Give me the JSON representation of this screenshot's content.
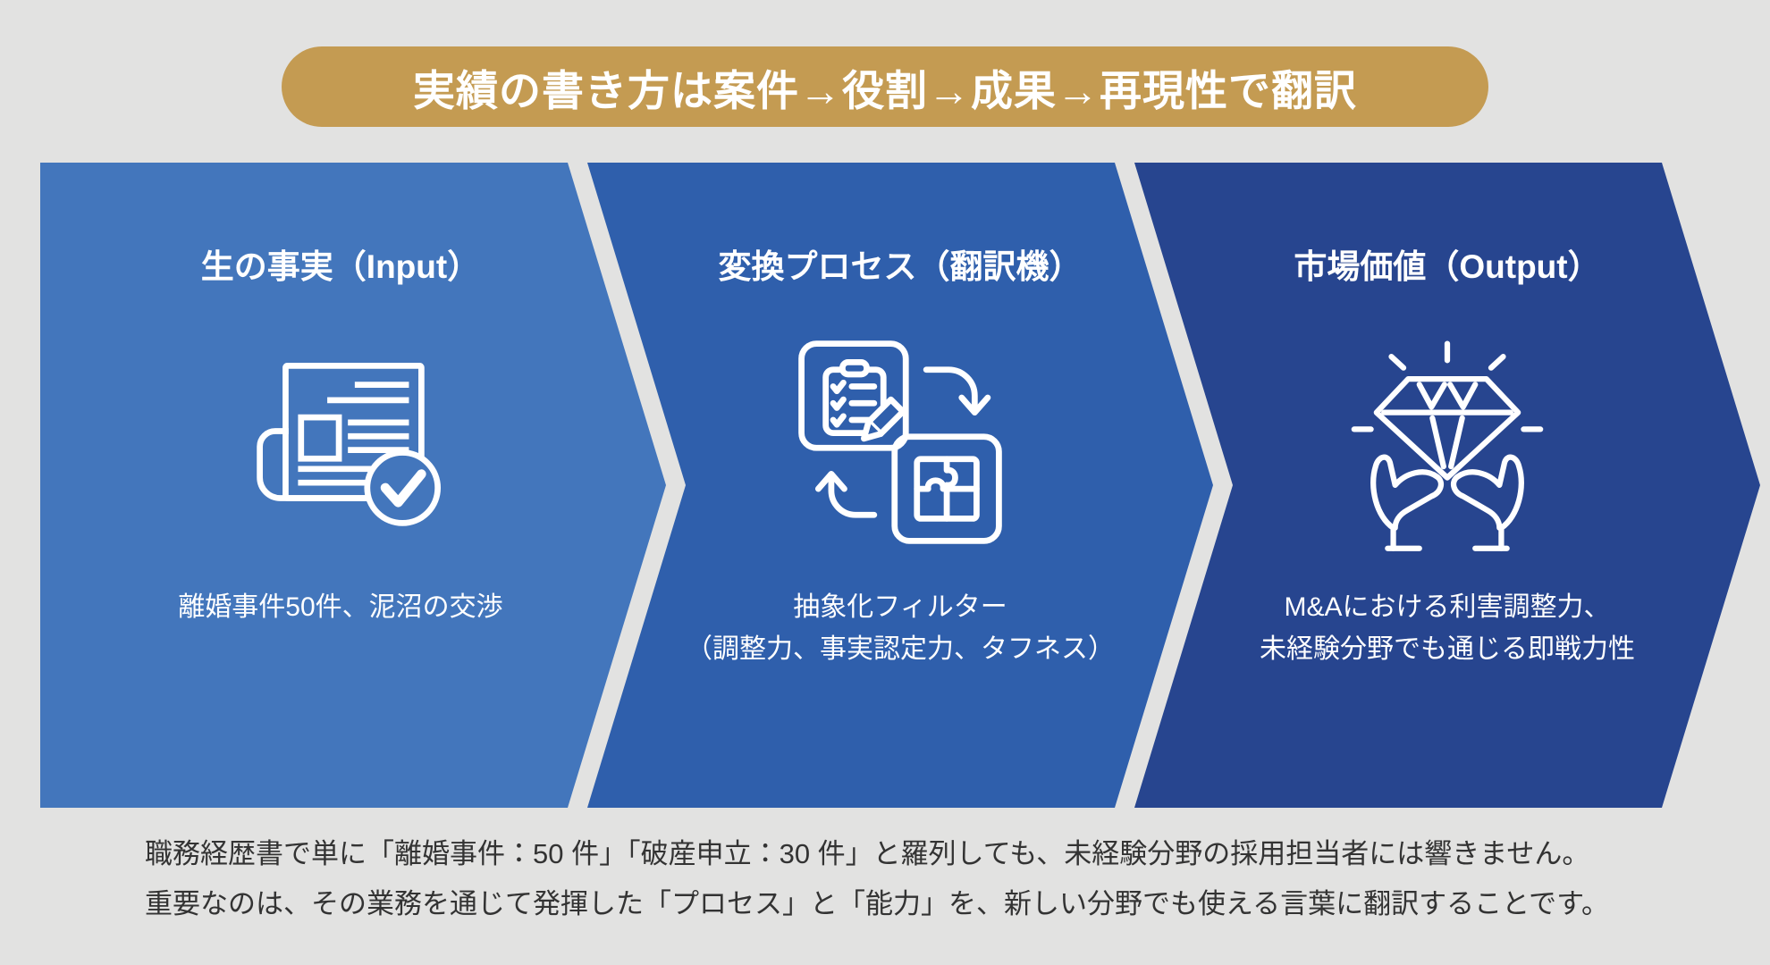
{
  "banner": {
    "label": "実績の書き方は案件→役割→成果→再現性で翻訳"
  },
  "colors": {
    "bg": "#e2e2e1",
    "gold": "#c49b52",
    "step1": "#4376bc",
    "step2": "#2f5fac",
    "step3": "#27458f",
    "ink": "#333333",
    "line_art": "#ffffff"
  },
  "steps": [
    {
      "title": "生の事実（Input）",
      "icon": "newspaper-check-icon",
      "caption_lines": [
        "離婚事件50件、泥沼の交渉"
      ]
    },
    {
      "title": "変換プロセス（翻訳機）",
      "icon": "transform-cycle-icon",
      "caption_lines": [
        "抽象化フィルター",
        "（調整力、事実認定力、タフネス）"
      ]
    },
    {
      "title": "市場価値（Output）",
      "icon": "diamond-in-hands-icon",
      "caption_lines": [
        "M&Aにおける利害調整力、",
        "未経験分野でも通じる即戦力性"
      ]
    }
  ],
  "footer": {
    "line1": "職務経歴書で単に「離婚事件：50 件」「破産申立：30 件」と羅列しても、未経験分野の採用担当者には響きません。",
    "line2": "重要なのは、その業務を通じて発揮した「プロセス」と「能力」を、新しい分野でも使える言葉に翻訳することです。"
  }
}
